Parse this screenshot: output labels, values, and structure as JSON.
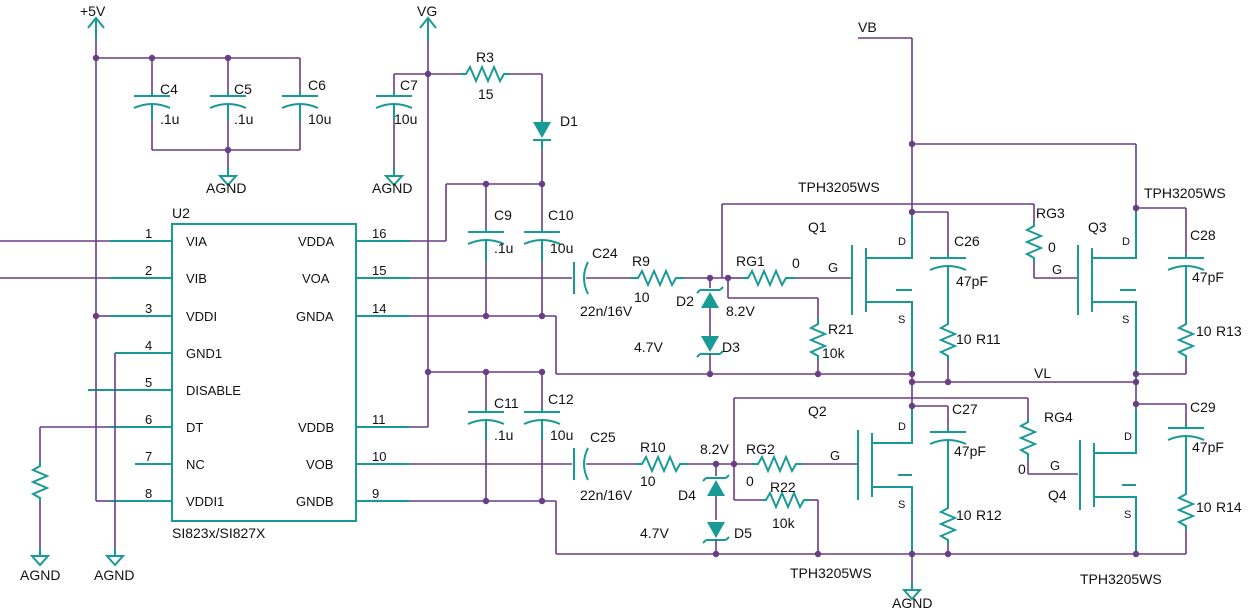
{
  "rails": {
    "p5v": "+5V",
    "vg": "VG",
    "vb": "VB",
    "vl": "VL",
    "agnd": "AGND"
  },
  "ic": {
    "ref": "U2",
    "part": "SI823x/SI827X",
    "left_pins": [
      [
        "1",
        "VIA"
      ],
      [
        "2",
        "VIB"
      ],
      [
        "3",
        "VDDI"
      ],
      [
        "4",
        "GND1"
      ],
      [
        "5",
        "DISABLE"
      ],
      [
        "6",
        "DT"
      ],
      [
        "7",
        "NC"
      ],
      [
        "8",
        "VDDI1"
      ]
    ],
    "right_pins": [
      [
        "16",
        "VDDA"
      ],
      [
        "15",
        "VOA"
      ],
      [
        "14",
        "GNDA"
      ],
      [
        "11",
        "VDDB"
      ],
      [
        "10",
        "VOB"
      ],
      [
        "9",
        "GNDB"
      ]
    ]
  },
  "caps": {
    "c4": {
      "ref": "C4",
      "val": ".1u"
    },
    "c5": {
      "ref": "C5",
      "val": ".1u"
    },
    "c6": {
      "ref": "C6",
      "val": "10u"
    },
    "c7": {
      "ref": "C7",
      "val": "10u"
    },
    "c9": {
      "ref": "C9",
      "val": ".1u"
    },
    "c10": {
      "ref": "C10",
      "val": "10u"
    },
    "c11": {
      "ref": "C11",
      "val": ".1u"
    },
    "c12": {
      "ref": "C12",
      "val": "10u"
    },
    "c24": {
      "ref": "C24",
      "val": "22n/16V"
    },
    "c25": {
      "ref": "C25",
      "val": "22n/16V"
    },
    "c26": {
      "ref": "C26",
      "val": "47pF"
    },
    "c27": {
      "ref": "C27",
      "val": "47pF"
    },
    "c28": {
      "ref": "C28",
      "val": "47pF"
    },
    "c29": {
      "ref": "C29",
      "val": "47pF"
    }
  },
  "res": {
    "r3": {
      "ref": "R3",
      "val": "15"
    },
    "r9": {
      "ref": "R9",
      "val": "10"
    },
    "r10": {
      "ref": "R10",
      "val": "10"
    },
    "rg1": {
      "ref": "RG1",
      "val": "0"
    },
    "rg2": {
      "ref": "RG2",
      "val": "0"
    },
    "rg3": {
      "ref": "RG3",
      "val": "0"
    },
    "rg4": {
      "ref": "RG4",
      "val": "0"
    },
    "r21": {
      "ref": "R21",
      "val": "10k"
    },
    "r22": {
      "ref": "R22",
      "val": "10k"
    },
    "r11": {
      "ref": "R11",
      "val": "10"
    },
    "r12": {
      "ref": "R12",
      "val": "10"
    },
    "r13": {
      "ref": "R13",
      "val": "10"
    },
    "r14": {
      "ref": "R14",
      "val": "10"
    }
  },
  "diodes": {
    "d1": {
      "ref": "D1"
    },
    "d2": {
      "ref": "D2",
      "val": "8.2V"
    },
    "d3": {
      "ref": "D3",
      "val": "4.7V"
    },
    "d4": {
      "ref": "D4",
      "val": "8.2V"
    },
    "d5": {
      "ref": "D5",
      "val": "4.7V"
    }
  },
  "fets": {
    "part": "TPH3205WS",
    "q1": "Q1",
    "q2": "Q2",
    "q3": "Q3",
    "q4": "Q4",
    "g": "G",
    "d": "D",
    "s": "S"
  }
}
